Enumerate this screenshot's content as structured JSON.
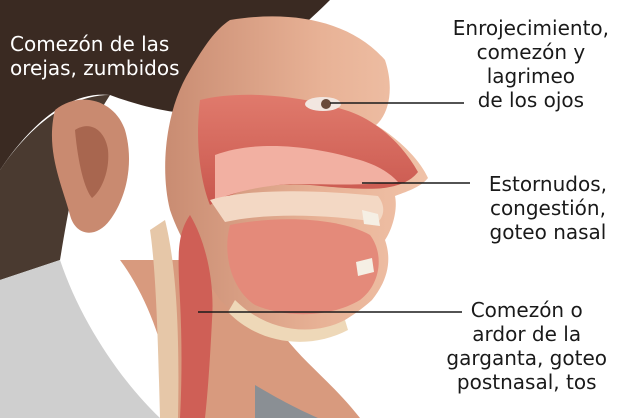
{
  "callouts": {
    "ears": {
      "lines": [
        "Comezón de las",
        "orejas, zumbidos"
      ]
    },
    "eyes": {
      "lines": [
        "Enrojecimiento,",
        "comezón y",
        "lagrimeo",
        "de los ojos"
      ]
    },
    "nose": {
      "lines": [
        "Estornudos,",
        "congestión,",
        "goteo nasal"
      ]
    },
    "throat": {
      "lines": [
        "Comezón o",
        "ardor de la",
        "garganta, goteo",
        "postnasal, tos"
      ]
    }
  },
  "colors": {
    "background": "#ffffff",
    "hair": "#3a2a22",
    "skin": "#e2a88a",
    "tissue": "#d9675c",
    "leader_line": "#1a1a1a"
  },
  "figure": {
    "icon": "head-cross-section-illustration"
  }
}
